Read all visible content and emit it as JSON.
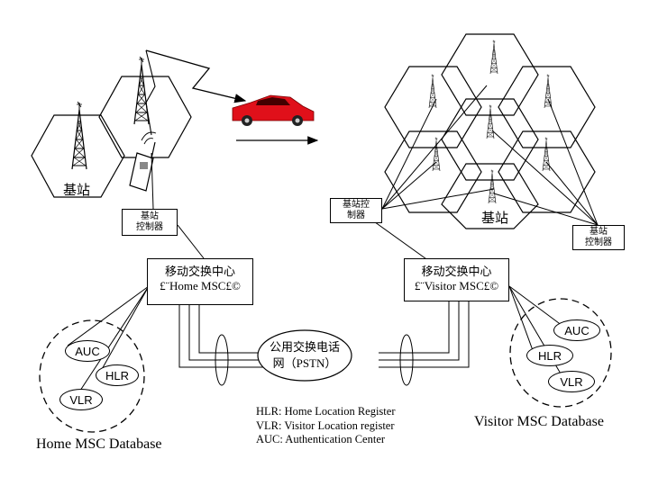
{
  "home_network": {
    "base_station_label": "基站",
    "bsc_label_line1": "基站",
    "bsc_label_line2": "控制器",
    "msc_label_line1": "移动交换中心",
    "msc_label_line2": "£¨Home  MSC£©"
  },
  "visitor_network": {
    "base_station_label": "基站",
    "bsc_left_line1": "基站控",
    "bsc_left_line2": "制器",
    "bsc_right_line1": "基站",
    "bsc_right_line2": "控制器",
    "msc_label_line1": "移动交换中心",
    "msc_label_line2": "£¨Visitor MSC£©"
  },
  "pstn": {
    "line1": "公用交换电话",
    "line2": "网（PSTN）"
  },
  "home_db": {
    "title": "Home MSC Database",
    "nodes": [
      "AUC",
      "HLR",
      "VLR"
    ]
  },
  "visitor_db": {
    "title": "Visitor MSC Database",
    "nodes": [
      "AUC",
      "HLR",
      "VLR"
    ]
  },
  "legend": [
    "HLR: Home Location Register",
    "VLR: Visitor Location register",
    "AUC: Authentication Center"
  ],
  "colors": {
    "car_body": "#e0101a",
    "line": "#000000"
  }
}
